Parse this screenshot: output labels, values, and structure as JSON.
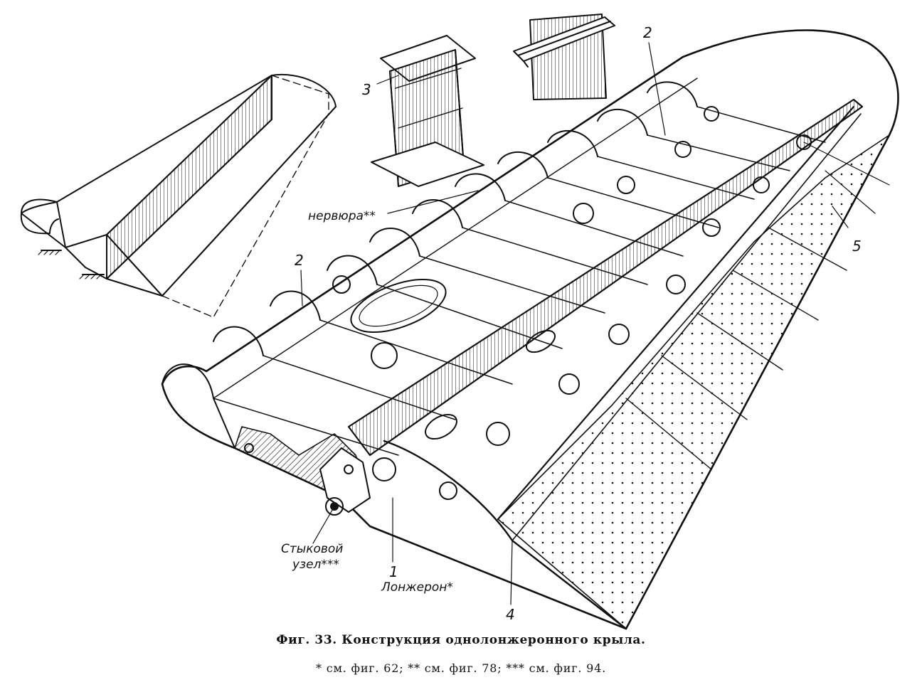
{
  "labels": {
    "l1": "1",
    "l2a": "2",
    "l2b": "2",
    "l3": "3",
    "l4": "4",
    "l5": "5",
    "rib": "нервюра**",
    "spar": "Лонжерон*",
    "joint1": "Стыковой",
    "joint2": "узел***"
  },
  "caption": {
    "title": "Фиг. 33. Конструкция однолонжеронного крыла.",
    "refs": "* см. фиг. 62; ** см. фиг. 78; *** см. фиг. 94."
  }
}
